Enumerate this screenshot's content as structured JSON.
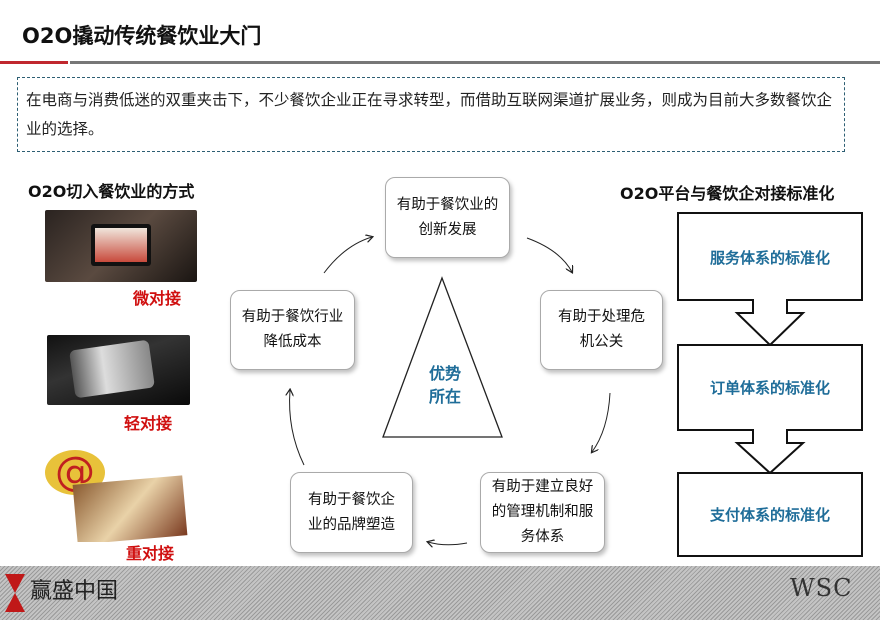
{
  "title": "O2O撬动传统餐饮业大门",
  "intro": "在电商与消费低迷的双重夹击下，不少餐饮企业正在寻求转型，而借助互联网渠道扩展业务，则成为目前大多数餐饮企业的选择。",
  "left": {
    "heading": "O2O切入餐饮业的方式",
    "items": [
      "微对接",
      "轻对接",
      "重对接"
    ]
  },
  "cycle": {
    "center": [
      "优势",
      "所在"
    ],
    "boxes": [
      "有助于餐饮业的创新发展",
      "有助于处理危机公关",
      "有助于建立良好的管理机制和服务体系",
      "有助于餐饮企业的品牌塑造",
      "有助于餐饮行业降低成本"
    ]
  },
  "right": {
    "heading": "O2O平台与餐饮企对接标准化",
    "steps": [
      "服务体系的标准化",
      "订单体系的标准化",
      "支付体系的标准化"
    ]
  },
  "footer": {
    "logo_left": "赢盛中国",
    "logo_right": "WSC"
  }
}
